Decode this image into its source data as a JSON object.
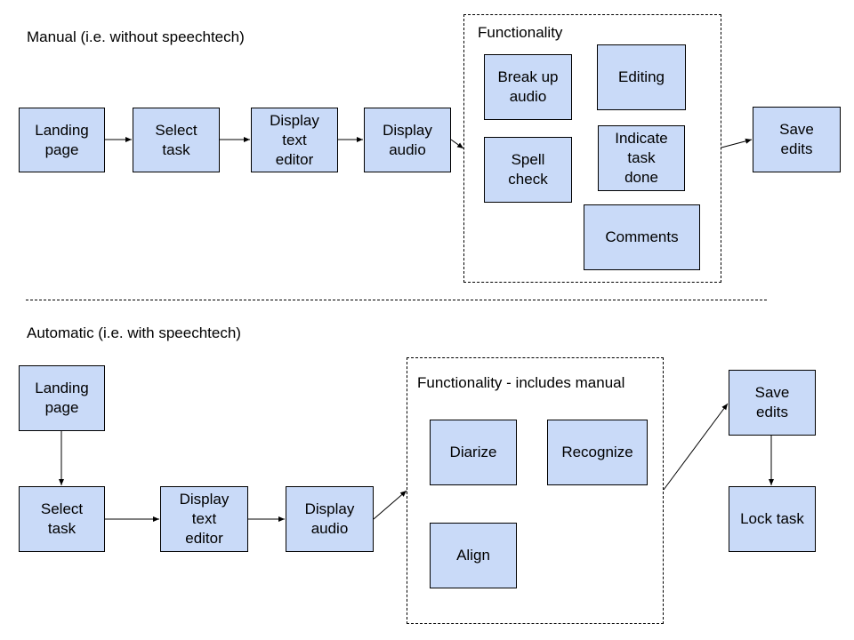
{
  "manual": {
    "label": "Manual (i.e. without speechtech)",
    "group_title": "Functionality",
    "nodes": {
      "landing": "Landing\npage",
      "select": "Select\ntask",
      "editor": "Display\ntext\neditor",
      "audio": "Display\naudio",
      "break_up": "Break up\naudio",
      "editing": "Editing",
      "spell": "Spell\ncheck",
      "indicate": "Indicate\ntask\ndone",
      "comments": "Comments",
      "save": "Save\nedits"
    }
  },
  "automatic": {
    "label": "Automatic (i.e. with speechtech)",
    "group_title": "Functionality - includes manual",
    "nodes": {
      "landing": "Landing\npage",
      "select": "Select\ntask",
      "editor": "Display\ntext\neditor",
      "audio": "Display\naudio",
      "diarize": "Diarize",
      "recognize": "Recognize",
      "align": "Align",
      "save": "Save\nedits",
      "lock": "Lock task"
    }
  },
  "colors": {
    "node_fill": "#c9daf8",
    "stroke": "#000000"
  }
}
